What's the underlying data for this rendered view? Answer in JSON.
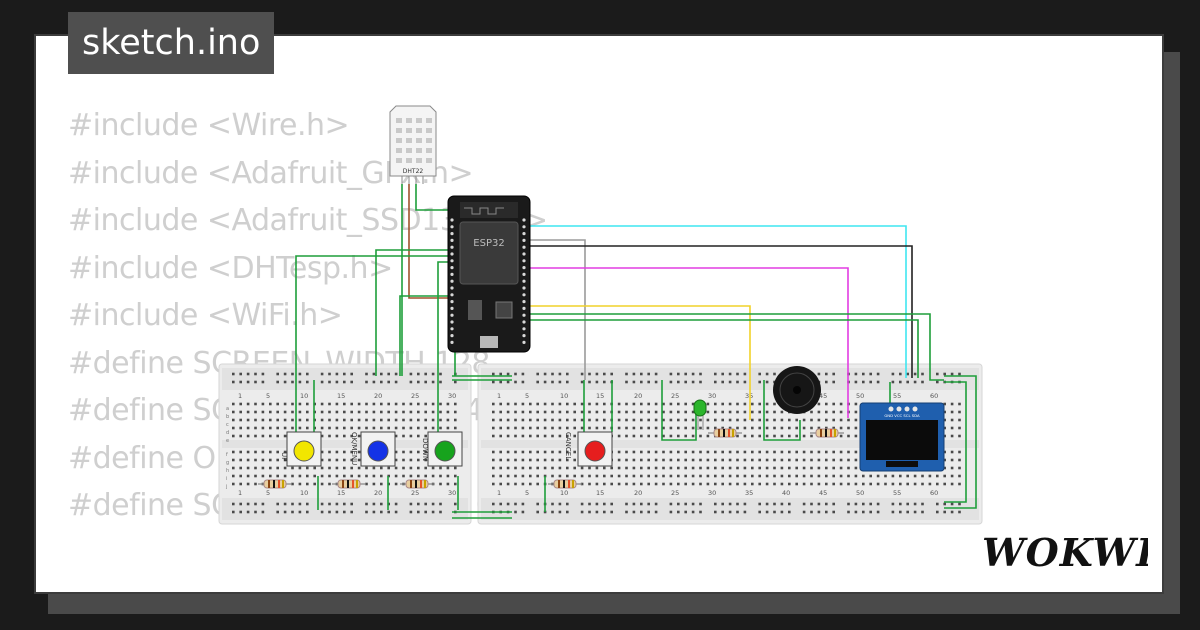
{
  "title": "sketch.ino",
  "code_lines": [
    "#include <Wire.h>",
    "#include <Adafruit_GFX.h>",
    "#include <Adafruit_SSD1306.h>",
    "#include <DHTesp.h>",
    "#include <WiFi.h>",
    "",
    "#define SCREEN_WIDTH 128",
    "#define SCREEN_HEIGHT 64",
    "#define OLED_RESET -1",
    "#define SCREEN_ADDRESS 0x3C"
  ],
  "components": {
    "sensor_label": "DHT22",
    "mcu_label": "ESP32",
    "button_labels": [
      "UP",
      "OK/MENU",
      "DOWN",
      "CANCEL"
    ],
    "oled_label": "GND VCC SCL SDA"
  },
  "breadboard": {
    "column_numbers": [
      "1",
      "5",
      "10",
      "15",
      "20",
      "25",
      "30",
      "35",
      "40",
      "45",
      "50",
      "55",
      "60"
    ],
    "row_letters": [
      "a",
      "b",
      "c",
      "d",
      "e",
      "f",
      "g",
      "h",
      "i",
      "j"
    ]
  },
  "brand": "WOKWI",
  "colors": {
    "wire_green": "#1e9e3a",
    "wire_cyan": "#3fe6f0",
    "wire_black": "#222222",
    "wire_magenta": "#e23de2",
    "wire_yellow": "#f1d22a",
    "wire_gray": "#9b9b9b",
    "wire_brown": "#a0522d",
    "button_yellow": "#f2e600",
    "button_blue": "#1432e6",
    "button_green": "#17a31d",
    "button_red": "#e61e1e",
    "oled_blue": "#1f5fae",
    "led_green": "#2cb52c"
  }
}
